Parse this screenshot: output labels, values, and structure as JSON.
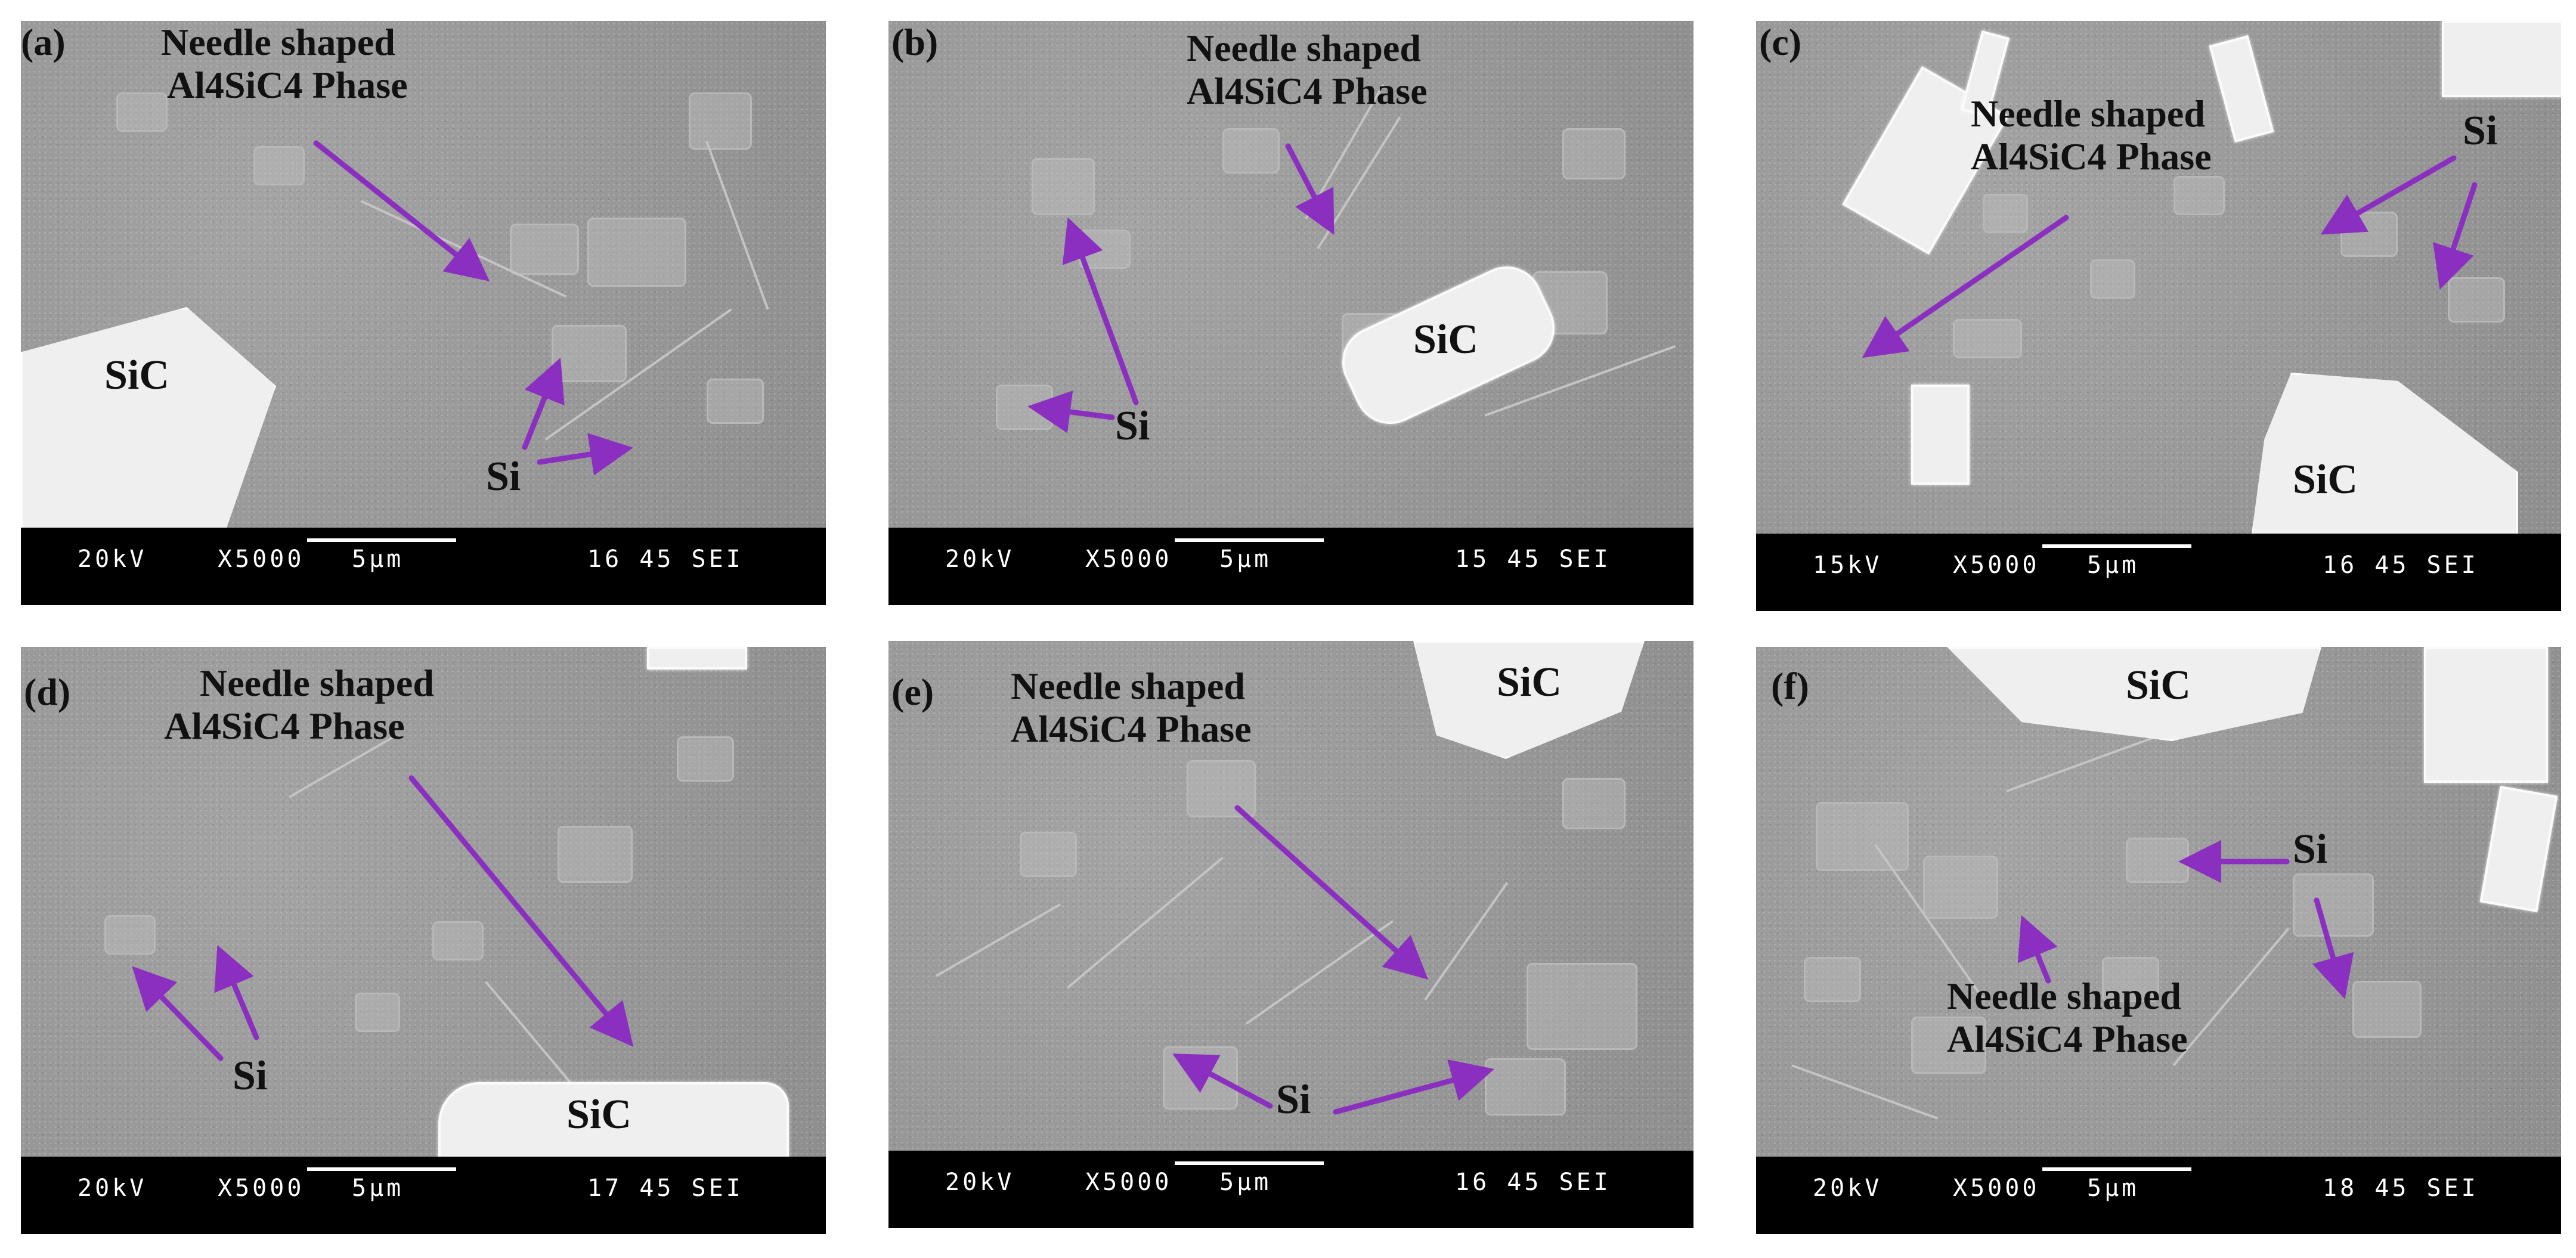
{
  "panels": [
    {
      "label": "(a)",
      "needle_line1": "Needle shaped",
      "needle_line2": "Al4SiC4 Phase",
      "sic": "SiC",
      "si": "Si",
      "bar": {
        "kv": "20kV",
        "mag": "X5000",
        "scale": "5μm",
        "id": "16 45 SEI"
      }
    },
    {
      "label": "(b)",
      "needle_line1": "Needle shaped",
      "needle_line2": "Al4SiC4 Phase",
      "sic": "SiC",
      "si": "Si",
      "bar": {
        "kv": "20kV",
        "mag": "X5000",
        "scale": "5μm",
        "id": "15 45 SEI"
      }
    },
    {
      "label": "(c)",
      "needle_line1": "Needle shaped",
      "needle_line2": "Al4SiC4 Phase",
      "sic": "SiC",
      "si": "Si",
      "bar": {
        "kv": "15kV",
        "mag": "X5000",
        "scale": "5μm",
        "id": "16 45 SEI"
      }
    },
    {
      "label": "(d)",
      "needle_line1": "Needle shaped",
      "needle_line2": "Al4SiC4 Phase",
      "sic": "SiC",
      "si": "Si",
      "bar": {
        "kv": "20kV",
        "mag": "X5000",
        "scale": "5μm",
        "id": "17 45 SEI"
      }
    },
    {
      "label": "(e)",
      "needle_line1": "Needle shaped",
      "needle_line2": "Al4SiC4 Phase",
      "sic": "SiC",
      "si": "Si",
      "bar": {
        "kv": "20kV",
        "mag": "X5000",
        "scale": "5μm",
        "id": "16 45 SEI"
      }
    },
    {
      "label": "(f)",
      "needle_line1": "Needle shaped",
      "needle_line2": "Al4SiC4 Phase",
      "sic": "SiC",
      "si": "Si",
      "bar": {
        "kv": "20kV",
        "mag": "X5000",
        "scale": "5μm",
        "id": "18 45 SEI"
      }
    }
  ],
  "colors": {
    "arrow": "#8a2fbf",
    "scale_bar_background": "#000000",
    "scale_bar_text": "#ffffff"
  }
}
